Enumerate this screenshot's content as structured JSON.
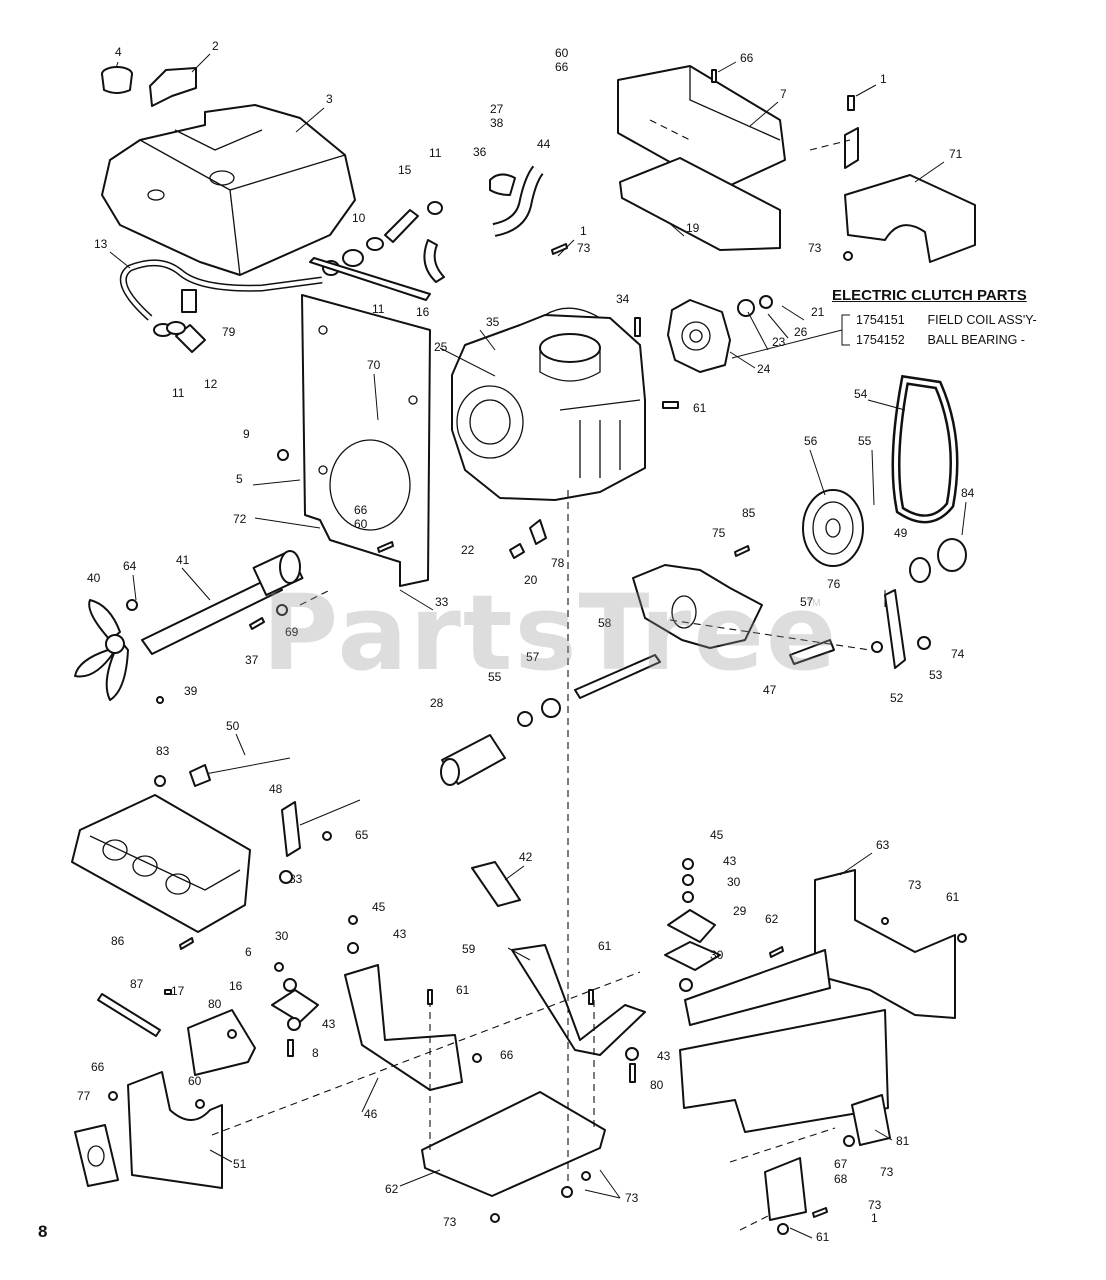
{
  "watermark": {
    "text": "PartsTree",
    "tm": "TM"
  },
  "page_number": "8",
  "electric_clutch": {
    "title": "ELECTRIC CLUTCH PARTS",
    "rows": [
      {
        "part_no": "1754151",
        "desc": "FIELD COIL ASS'Y-"
      },
      {
        "part_no": "1754152",
        "desc": "BALL BEARING -"
      }
    ]
  },
  "callouts": [
    "4",
    "2",
    "3",
    "60",
    "66",
    "66",
    "7",
    "1",
    "27",
    "38",
    "36",
    "44",
    "71",
    "15",
    "11",
    "10",
    "1",
    "73",
    "19",
    "73",
    "13",
    "11",
    "16",
    "79",
    "11",
    "12",
    "34",
    "35",
    "21",
    "26",
    "25",
    "23",
    "24",
    "70",
    "61",
    "9",
    "54",
    "5",
    "56",
    "55",
    "84",
    "85",
    "66",
    "60",
    "72",
    "22",
    "20",
    "78",
    "75",
    "49",
    "64",
    "41",
    "76",
    "57",
    "40",
    "69",
    "37",
    "33",
    "58",
    "74",
    "53",
    "47",
    "52",
    "57",
    "55",
    "39",
    "28",
    "50",
    "83",
    "48",
    "65",
    "63",
    "83",
    "42",
    "45",
    "43",
    "30",
    "29",
    "73",
    "61",
    "62",
    "86",
    "45",
    "43",
    "6",
    "30",
    "16",
    "61",
    "59",
    "61",
    "30",
    "87",
    "17",
    "80",
    "43",
    "8",
    "66",
    "46",
    "43",
    "80",
    "66",
    "60",
    "77",
    "51",
    "81",
    "73",
    "67",
    "68",
    "62",
    "73",
    "73",
    "1",
    "73",
    "61"
  ]
}
